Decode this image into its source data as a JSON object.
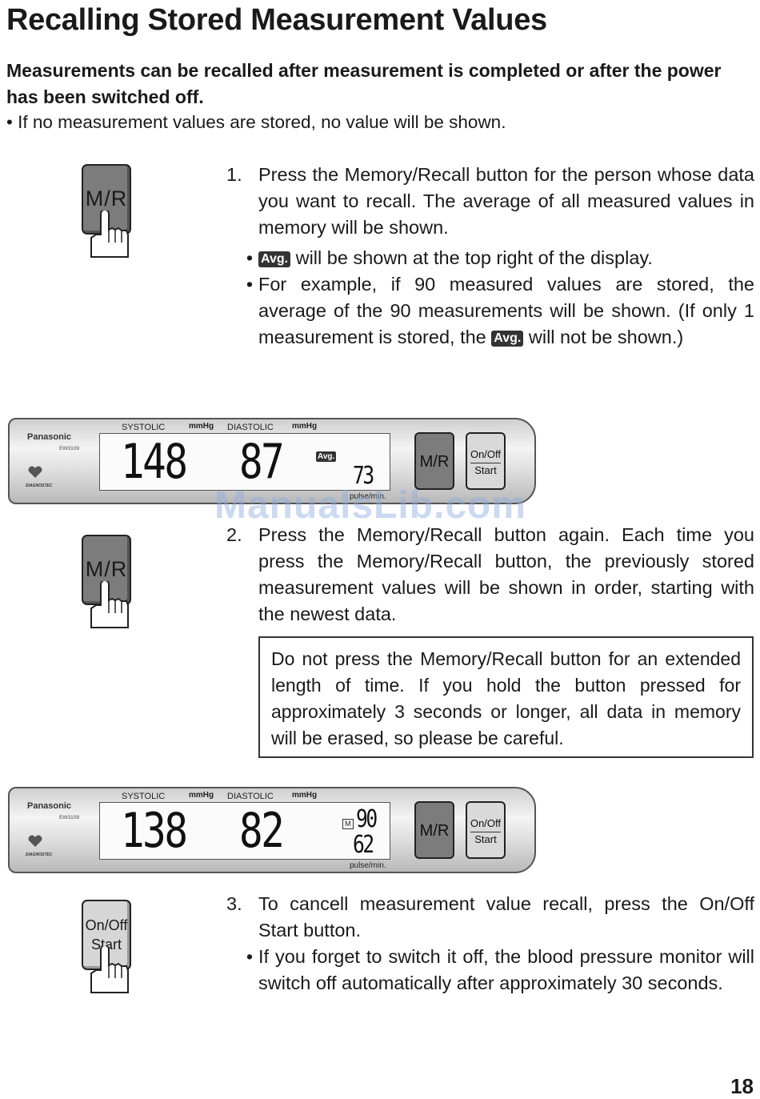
{
  "page": {
    "title": "Recalling Stored Measurement Values",
    "lead": "Measurements can be recalled after measurement is completed or after the power has been switched off.",
    "note": "• If no measurement values are stored, no value will be shown.",
    "page_number": "18",
    "watermark": "ManualsLib.com"
  },
  "icons": {
    "mr_label": "M/R",
    "onoff_label_top": "On/Off",
    "onoff_label_bottom": "Start"
  },
  "step1": {
    "num": "1.",
    "text": "Press the Memory/Recall button for the person whose data you want to recall. The average of all measured values in memory will be shown.",
    "bullet1_badge": "Avg.",
    "bullet1_text": " will be shown at the top right of the display.",
    "bullet2_text_a": "For example, if 90 measured values are stored, the average of the 90 measurements will be shown. (If only 1 measurement is stored, the ",
    "bullet2_badge": "Avg.",
    "bullet2_text_b": " will not be shown.)"
  },
  "step2": {
    "num": "2.",
    "text": "Press the Memory/Recall button again. Each time you press the Memory/Recall button, the previously stored measurement values will be shown in order, starting with the newest data.",
    "warning": "Do not press the Memory/Recall button for an extended length of time. If you hold the button pressed for approximately 3 seconds or longer, all data in memory will be erased, so please be careful."
  },
  "step3": {
    "num": "3.",
    "text": "To cancell measurement value recall, press the On/Off Start button.",
    "bullet_text": "If you forget to switch it off, the blood pressure monitor will switch off automatically after approximately 30 seconds."
  },
  "panel_common": {
    "brand": "Panasonic",
    "model": "EW3109",
    "diag": "DIAGNOSTEC",
    "systolic_label": "SYSTOLIC",
    "diastolic_label": "DIASTOLIC",
    "unit": "mmHg",
    "pulse_label": "pulse/min.",
    "mr": "M/R",
    "onoff": "On/Off",
    "start": "Start"
  },
  "display1": {
    "systolic": "148",
    "diastolic": "87",
    "avg": "Avg.",
    "pulse": "73"
  },
  "display2": {
    "systolic": "138",
    "diastolic": "82",
    "memory_tag": "M",
    "memory_no": "90",
    "pulse": "62"
  }
}
